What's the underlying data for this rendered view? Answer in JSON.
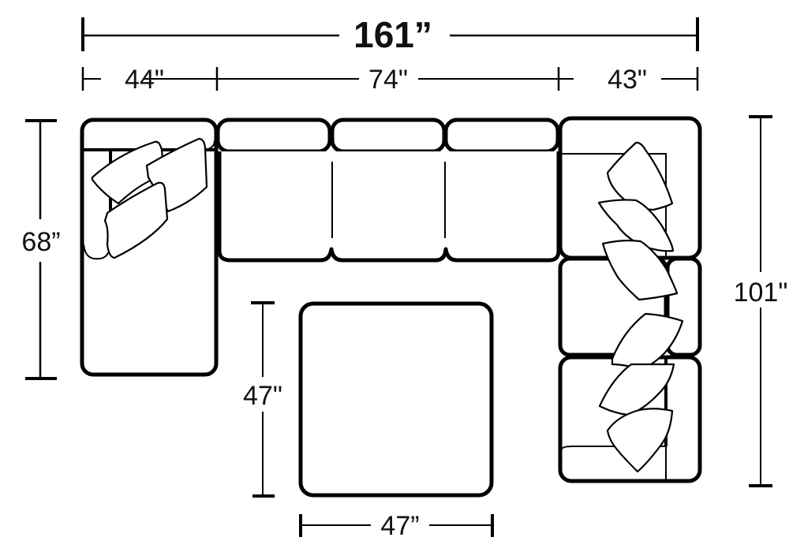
{
  "title": "Sectional sofa with ottoman – dimension diagram",
  "dimensions": {
    "overall_width": "161”",
    "segment_left_width": "44\"",
    "segment_center_width": "74\"",
    "segment_right_width": "43\"",
    "left_chaise_depth": "68”",
    "right_section_depth": "101\"",
    "ottoman_depth": "47\"",
    "ottoman_width": "47”"
  },
  "components": [
    {
      "name": "left-chaise",
      "pillows": 3
    },
    {
      "name": "center-sofa",
      "seats": 3
    },
    {
      "name": "right-sofa-section",
      "pillows": 6
    },
    {
      "name": "ottoman"
    }
  ],
  "colors": {
    "line": "#000000",
    "background": "#ffffff"
  }
}
